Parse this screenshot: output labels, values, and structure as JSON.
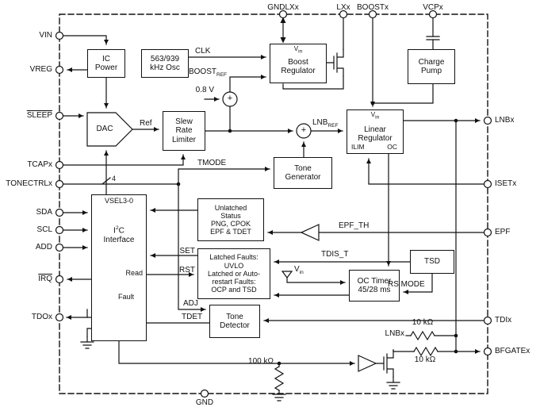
{
  "pins": {
    "top": [
      "GNDLXx",
      "LXx",
      "BOOSTx",
      "VCPx"
    ],
    "left": [
      "VIN",
      "VREG",
      "SLEEP",
      "TCAPx",
      "TONECTRLx",
      "SDA",
      "SCL",
      "ADD",
      "IRQ",
      "TDOx"
    ],
    "right": [
      "LNBx",
      "ISETx",
      "EPF",
      "TDIx",
      "BFGATEx"
    ],
    "bottom": [
      "GND"
    ]
  },
  "blocks": {
    "ic_power": {
      "l1": "IC",
      "l2": "Power"
    },
    "osc": {
      "l1": "563/939",
      "l2": "kHz Osc"
    },
    "boost": {
      "l1": "Boost",
      "l2": "Regulator"
    },
    "charge_pump": {
      "l1": "Charge",
      "l2": "Pump"
    },
    "dac": {
      "l1": "DAC"
    },
    "slew": {
      "l1": "Slew",
      "l2": "Rate",
      "l3": "Limiter"
    },
    "linear": {
      "l1": "Linear",
      "l2": "Regulator",
      "ilim": "ILIM",
      "oc": "OC"
    },
    "tone_gen": {
      "l1": "Tone",
      "l2": "Generator"
    },
    "unlatched": {
      "l1": "Unlatched",
      "l2": "Status",
      "l3": "PNG, CPOK",
      "l4": "EPF & TDET"
    },
    "latched": {
      "l1": "Latched Faults:",
      "l2": "UVLO",
      "l3": "Latched or Auto-",
      "l4": "restart Faults:",
      "l5": "OCP and TSD"
    },
    "oc_timer": {
      "l1": "OC Timer",
      "l2": "45/28 ms"
    },
    "tsd": {
      "l1": "TSD"
    },
    "tone_det": {
      "l1": "Tone",
      "l2": "Detector"
    },
    "i2c": {
      "vsel": "VSEL3-0",
      "pre": "I",
      "sup": "2",
      "post": "C",
      "name": "Interface",
      "read": "Read",
      "fault": "Fault"
    }
  },
  "labels": {
    "clk": "CLK",
    "boost_ref": {
      "base": "BOOST",
      "sub": "REF"
    },
    "lnb_ref": {
      "base": "LNB",
      "sub": "REF"
    },
    "vin": {
      "base": "V",
      "sub": "in"
    },
    "v08": "0.8 V",
    "ref": "Ref",
    "tmode": "TMODE",
    "bus4": "4",
    "epf_th": "EPF_TH",
    "tdis_t": "TDIS_T",
    "rs_mode": "RS MODE",
    "set": "SET",
    "rst": "RST",
    "adj": "ADJ",
    "tdet": "TDET",
    "lnbx": "LNBx",
    "r10k_a": "10 kΩ",
    "r10k_b": "10 kΩ",
    "r100k": "100 kΩ",
    "plus": "+"
  }
}
